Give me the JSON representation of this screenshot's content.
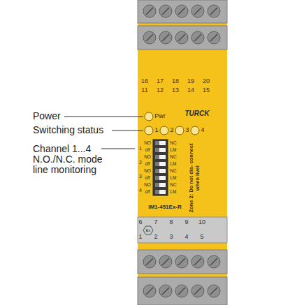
{
  "diagram": {
    "labels": [
      "Power",
      "Switching status",
      "Channel 1...4 N.O./N.C. mode line monitoring",
      "16",
      "17",
      "18",
      "19",
      "20",
      "11",
      "12",
      "13",
      "14",
      "15",
      "Pwr",
      "TURCK",
      "1",
      "2",
      "3",
      "4",
      "NO",
      "NC",
      "1",
      "off",
      "LM",
      "NO",
      "NC",
      "2",
      "off",
      "LM",
      "NO",
      "NC",
      "3",
      "off",
      "LM",
      "NO",
      "NC",
      "4",
      "off",
      "LM",
      "Zone 2: Do not dis- connect when live!",
      "IM1-451Ex-R",
      "6",
      "7",
      "8",
      "9",
      "10",
      "1",
      "2",
      "3",
      "4",
      "5",
      "Ex"
    ]
  }
}
